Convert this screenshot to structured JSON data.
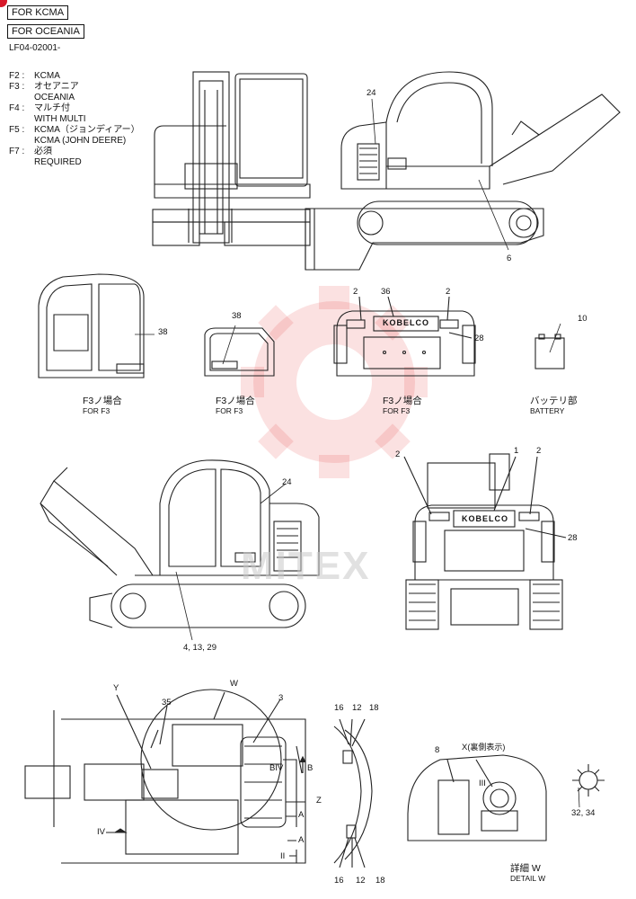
{
  "header": {
    "box1": "FOR KCMA",
    "box2": "FOR OCEANIA",
    "code": "LF04-02001-"
  },
  "legend": [
    {
      "code": "F2 :",
      "jp": "KCMA",
      "en": ""
    },
    {
      "code": "F3 :",
      "jp": "オセアニア",
      "en": "OCEANIA"
    },
    {
      "code": "F4 :",
      "jp": "マルチ付",
      "en": "WITH MULTI"
    },
    {
      "code": "F5 :",
      "jp": "KCMA（ジョンディアー）",
      "en": "KCMA (JOHN DEERE)"
    },
    {
      "code": "F7 :",
      "jp": "必須",
      "en": "REQUIRED"
    }
  ],
  "callouts": {
    "c24a": "24",
    "c6": "6",
    "c2a": "2",
    "c36": "36",
    "c2b": "2",
    "c28a": "28",
    "c38a": "38",
    "c38b": "38",
    "c10": "10",
    "c24b": "24",
    "c4_13_29": "4, 13, 29",
    "c1": "1",
    "c2c": "2",
    "c2d": "2",
    "c28b": "28",
    "cY": "Y",
    "c35": "35",
    "cW": "W",
    "c3": "3",
    "cB": "B",
    "cIV_top": "IV",
    "cZ": "Z",
    "cA1": "A",
    "cA2": "A",
    "cII": "II",
    "cIV_left": "IV",
    "c16a": "16",
    "c12a": "12",
    "c18a": "18",
    "c16b": "16",
    "c12b": "12",
    "c18b": "18",
    "c8": "8",
    "cX": "X",
    "cXnote": "(裏側表示)",
    "cIII": "III",
    "c32_34": "32, 34"
  },
  "captions": {
    "cab": {
      "jp": "F3ノ場合",
      "en": "FOR F3"
    },
    "window": {
      "jp": "F3ノ場合",
      "en": "FOR F3"
    },
    "rear": {
      "jp": "F3ノ場合",
      "en": "FOR F3"
    },
    "battery": {
      "jp": "バッテリ部",
      "en": "BATTERY"
    },
    "detail": {
      "jp": "詳細  W",
      "en": "DETAIL  W"
    }
  },
  "labels": {
    "brand_rear_a": "KOBELCO",
    "brand_rear_b": "KOBELCO"
  },
  "watermark": "MITEX"
}
